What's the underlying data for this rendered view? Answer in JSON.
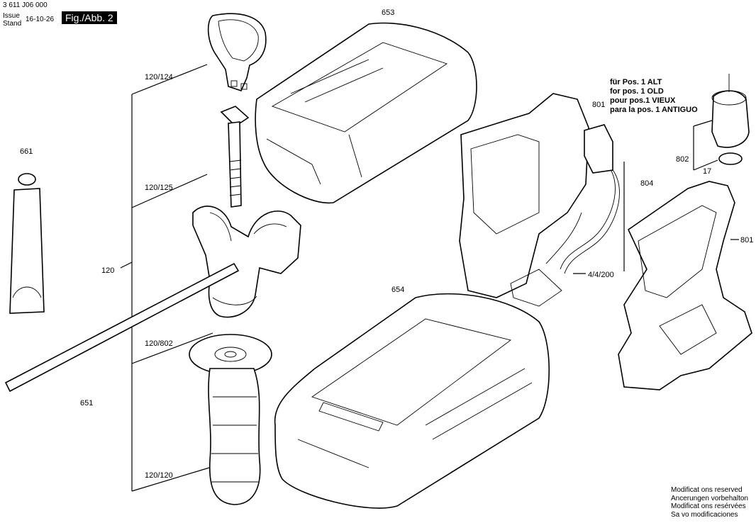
{
  "header": {
    "doc_number": "3 611 J06 000",
    "issue_label": "Issue",
    "stand_label": "Stand",
    "date": "16-10-26",
    "figure": "Fig./Abb. 2"
  },
  "callouts": {
    "p120_124": "120/124",
    "p120_125": "120/125",
    "p120": "120",
    "p120_802": "120/802",
    "p120_120": "120/120",
    "p661": "661",
    "p651": "651",
    "p653": "653",
    "p654": "654",
    "p801_a": "801",
    "p801_b": "801",
    "p802": "802",
    "p17": "17",
    "p804": "804",
    "p4_4_200": "4/4/200"
  },
  "note_801": [
    "für Pos. 1 ALT",
    "for pos. 1 OLD",
    "pour pos.1 VIEUX",
    "para la pos. 1 ANTIGUO"
  ],
  "footer_notes": [
    "Modificat ons reserved",
    "Ancerungen vorbehalton",
    "Modificat ons resérvées",
    "Sa vo modificaciones"
  ]
}
